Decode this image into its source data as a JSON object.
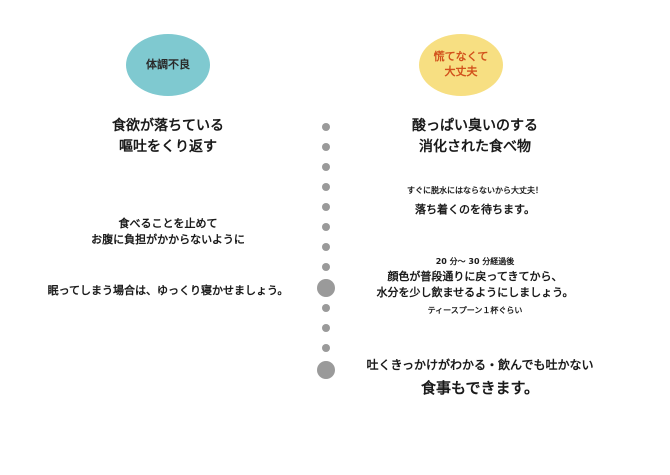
{
  "left_badge": {
    "label": "体調不良",
    "color": "#7fc9d0"
  },
  "right_badge": {
    "lines": [
      "慌てなくて",
      "大丈夫"
    ],
    "color": "#f7df82",
    "text_color": "#d2521c"
  },
  "left": {
    "symptom_lines": [
      "食欲が落ちている",
      "嘔吐をくり返す"
    ],
    "advice_lines": [
      "食べることを止めて",
      "お腹に負担がかからないように"
    ],
    "sleep_note": "眠ってしまう場合は、ゆっくり寝かせましょう。"
  },
  "right": {
    "symptom_lines": [
      "酸っぱい臭いのする",
      "消化された食べ物"
    ],
    "reassure_small": "すぐに脱水にはならないから大丈夫！",
    "reassure_main": "落ち着くのを待ちます。",
    "wait_time": "20 分～ 30 分経過後",
    "water_lines": [
      "顔色が普段通りに戻ってきてから、",
      "水分を少し飲ませるようにしましょう。"
    ],
    "amount_note": "ティースプーン１杯ぐらい"
  },
  "bottom": {
    "line1": "吐くきっかけがわかる・飲んでも吐かない",
    "line2": "食事もできます。"
  },
  "divider_color": "#9a9a9a"
}
